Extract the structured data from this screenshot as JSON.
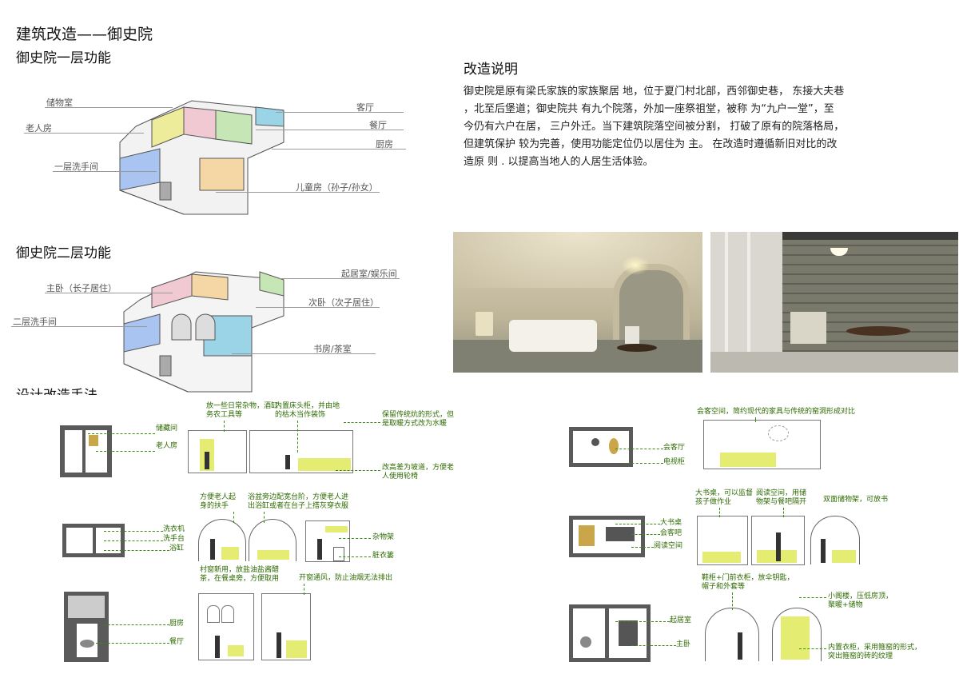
{
  "title": {
    "main": "建筑改造——御史院",
    "floor1": "御史院一层功能",
    "floor2": "御史院二层功能",
    "design": "设计改造手法"
  },
  "description": {
    "heading": "改造说明",
    "lines": [
      "御史院是原有梁氏家族的家族聚居 地，位于夏门村北部，西邻御史巷，  东接大夫巷",
      "，北至后堡道；御史院共  有九个院落，外加一座祭祖堂，被称  为“九户一堂”，至",
      "今仍有六户在居，  三户外迁。当下建筑院落空间被分割，  打破了原有的院落格局，",
      "但建筑保护  较为完善，使用功能定位仍以居住为  主。    在改造时遵循新旧对比的改",
      "造原  则  .  以提高当地人的人居生活体验。"
    ]
  },
  "floor1_labels": {
    "storage": "储物室",
    "elder": "老人房",
    "wash1": "一层洗手间",
    "guest": "客厅",
    "dining": "餐厅",
    "kitchen": "厨房",
    "kids": "儿童房（孙子/孙女）"
  },
  "floor2_labels": {
    "master": "主卧（长子居住）",
    "wash2": "二层洗手间",
    "living": "起居室/娱乐间",
    "second": "次卧（次子居住）",
    "study": "书房/茶室"
  },
  "left_notes": {
    "storage_room": "储藏间",
    "elder_room": "老人房",
    "n1": "放一些日常杂物，酒缸\n务农工具等",
    "n2": "内置床头柜，并由地\n的枯木当作装饰",
    "n3": "保留传统炕的形式，但\n是取暖方式改为水暖",
    "n4": "改高差为坡道，方便老\n人使用轮椅",
    "wardrobe": "洗衣机",
    "basin": "洗手台",
    "bathtub": "浴缸",
    "n5": "方便老人起\n身的扶手",
    "n6": "浴盆旁边配宽台阶，方便老人进\n出浴缸或者在台子上搭灰穿衣服",
    "shelf": "杂物架",
    "laundry": "脏衣篓",
    "kitchen": "厨房",
    "dining": "餐厅",
    "n7": "村窗新用，放盐油盐酱醋\n茶，在餐桌旁，方便取用",
    "n8": "开窗通风，防止油烟无法排出"
  },
  "right_notes": {
    "n1": "会客空间，简约现代的家具与传统的窑洞形成对比",
    "reception": "会客厅",
    "tvcab": "电视柜",
    "n2": "大书桌，可以监督\n孩子做作业",
    "n3": "阅读空间，用储\n物架与餐吧隔开",
    "n4": "双面储物架，可放书",
    "desk": "大书桌",
    "bar": "会客吧",
    "reading": "阅读空间",
    "n5": "鞋柜+门前衣柜，放伞钥匙，\n帽子和外套等",
    "n6": "小阁楼，压低房顶，\n聚暖+储物",
    "n7": "内置衣柜，采用箍窑的形式，\n突出箍窑的砖的纹理",
    "livingroom": "起居室",
    "bedroom": "主卧"
  },
  "colors": {
    "accent_green": "#3a8a12",
    "sketch_yellow": "#e4ec72",
    "room_blue": "#a9c4f0",
    "room_pink": "#f1c9d3",
    "room_green": "#c7e6b5",
    "room_orange": "#f5d6a5",
    "room_cyan": "#9ad4e6"
  }
}
